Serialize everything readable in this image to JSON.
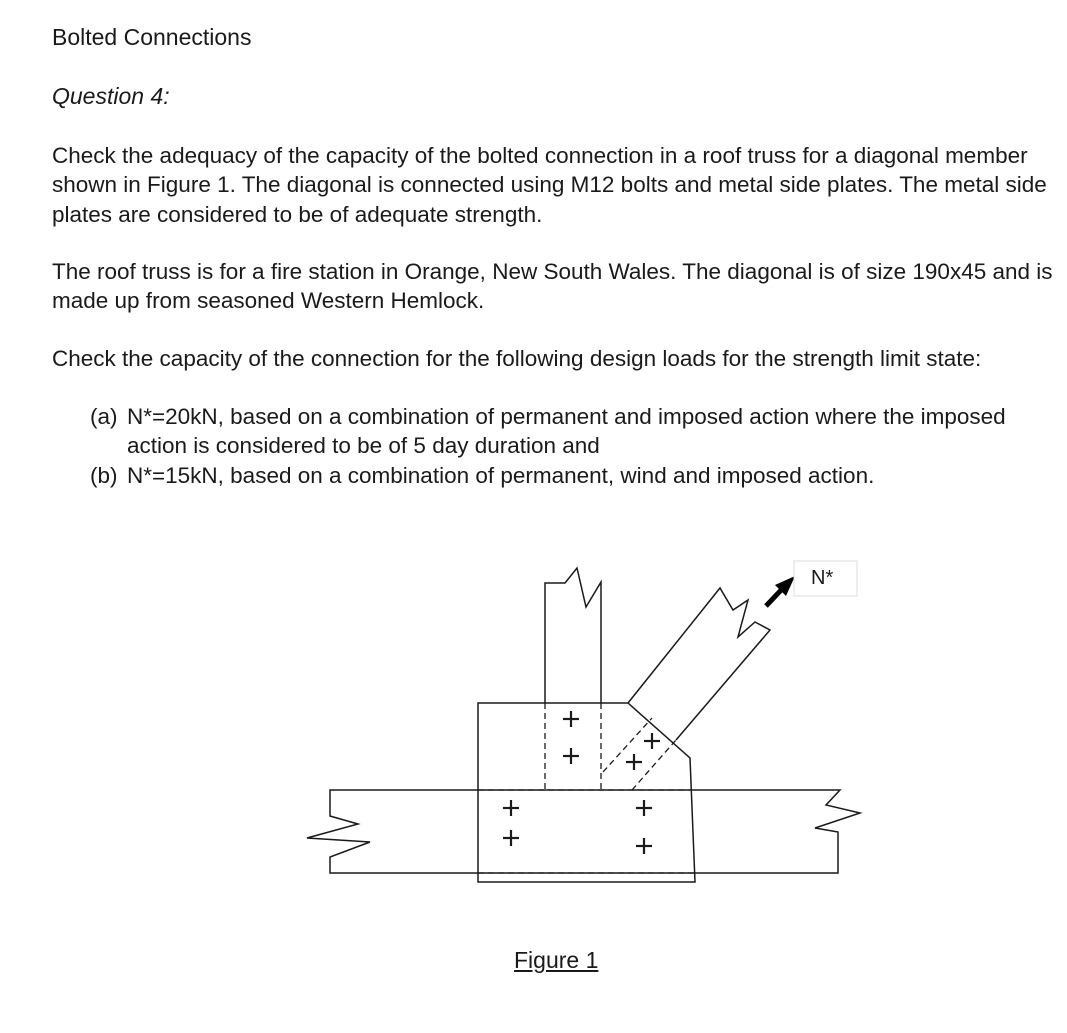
{
  "heading": "Bolted Connections",
  "question": "Question 4:",
  "paragraphs": {
    "p1": "Check the adequacy of the capacity of the bolted connection in a roof truss for a diagonal member shown in Figure 1. The diagonal is connected using M12 bolts and metal side plates. The metal side plates are considered to be of adequate strength.",
    "p2": "The roof truss is for a fire station in Orange, New South Wales. The diagonal is of size 190x45 and is made up from seasoned Western Hemlock.",
    "p3": "Check the capacity of the connection for the following design loads for the strength limit state:"
  },
  "items": [
    {
      "label": "(a)",
      "text": "N*=20kN, based on a combination of permanent and imposed action where the imposed action is considered to be of 5 day duration and"
    },
    {
      "label": "(b)",
      "text": "N*=15kN, based on a combination of permanent, wind and imposed action."
    }
  ],
  "figure": {
    "force_label": "N*",
    "caption": "Figure 1",
    "bolt_symbol": "plus-icon"
  }
}
